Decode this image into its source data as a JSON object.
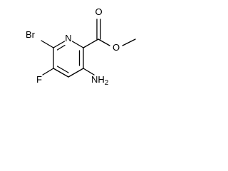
{
  "structure": {
    "labels": {
      "nitrogen": "N",
      "bromine": "Br",
      "fluorine": "F",
      "amino": "NH",
      "amino_subscript": "2",
      "carbonyl_oxygen": "O",
      "ester_oxygen": "O"
    },
    "colors": {
      "bond": "#000000",
      "text": "#000000",
      "background": "#ffffff"
    }
  }
}
